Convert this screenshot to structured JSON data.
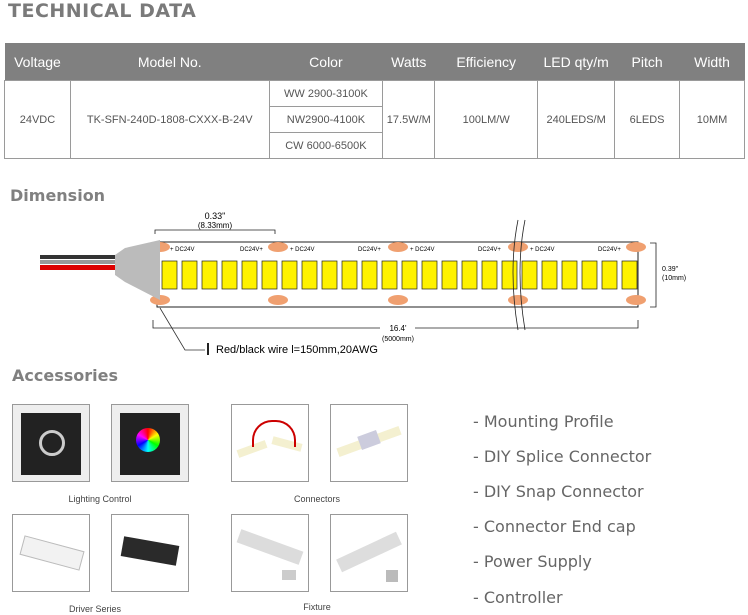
{
  "title": "TECHNICAL DATA",
  "table": {
    "headers": [
      "Voltage",
      "Model No.",
      "Color",
      "Watts",
      "Efficiency",
      "LED qty/m",
      "Pitch",
      "Width"
    ],
    "voltage": "24VDC",
    "model": "TK-SFN-240D-1808-CXXX-B-24V",
    "colors": [
      "WW 2900-3100K",
      "NW2900-4100K",
      "CW 6000-6500K"
    ],
    "watts": "17.5W/M",
    "efficiency": "100LM/W",
    "led_qty": "240LEDS/M",
    "pitch": "6LEDS",
    "width": "10MM"
  },
  "dimension": {
    "heading": "Dimension",
    "cut_length": "0.33\"",
    "cut_length_mm": "(8.33mm)",
    "strip_width": "0.39\"",
    "strip_width_mm": "(10mm)",
    "total_length": "16.4'",
    "total_length_mm": "(5000mm)",
    "pad_label_left": "+ DC24V",
    "pad_label_right": "DC24V+",
    "wire_note": "Red/black wire l=150mm,20AWG"
  },
  "accessories": {
    "heading": "Accessories",
    "groups": [
      "Lighting Control",
      "Connectors",
      "Driver Series",
      "Fixture"
    ],
    "list": [
      "- Mounting Profile",
      "- DIY Splice Connector",
      "- DIY Snap Connector",
      "- Connector End cap",
      "- Power Supply",
      "- Controller"
    ]
  }
}
